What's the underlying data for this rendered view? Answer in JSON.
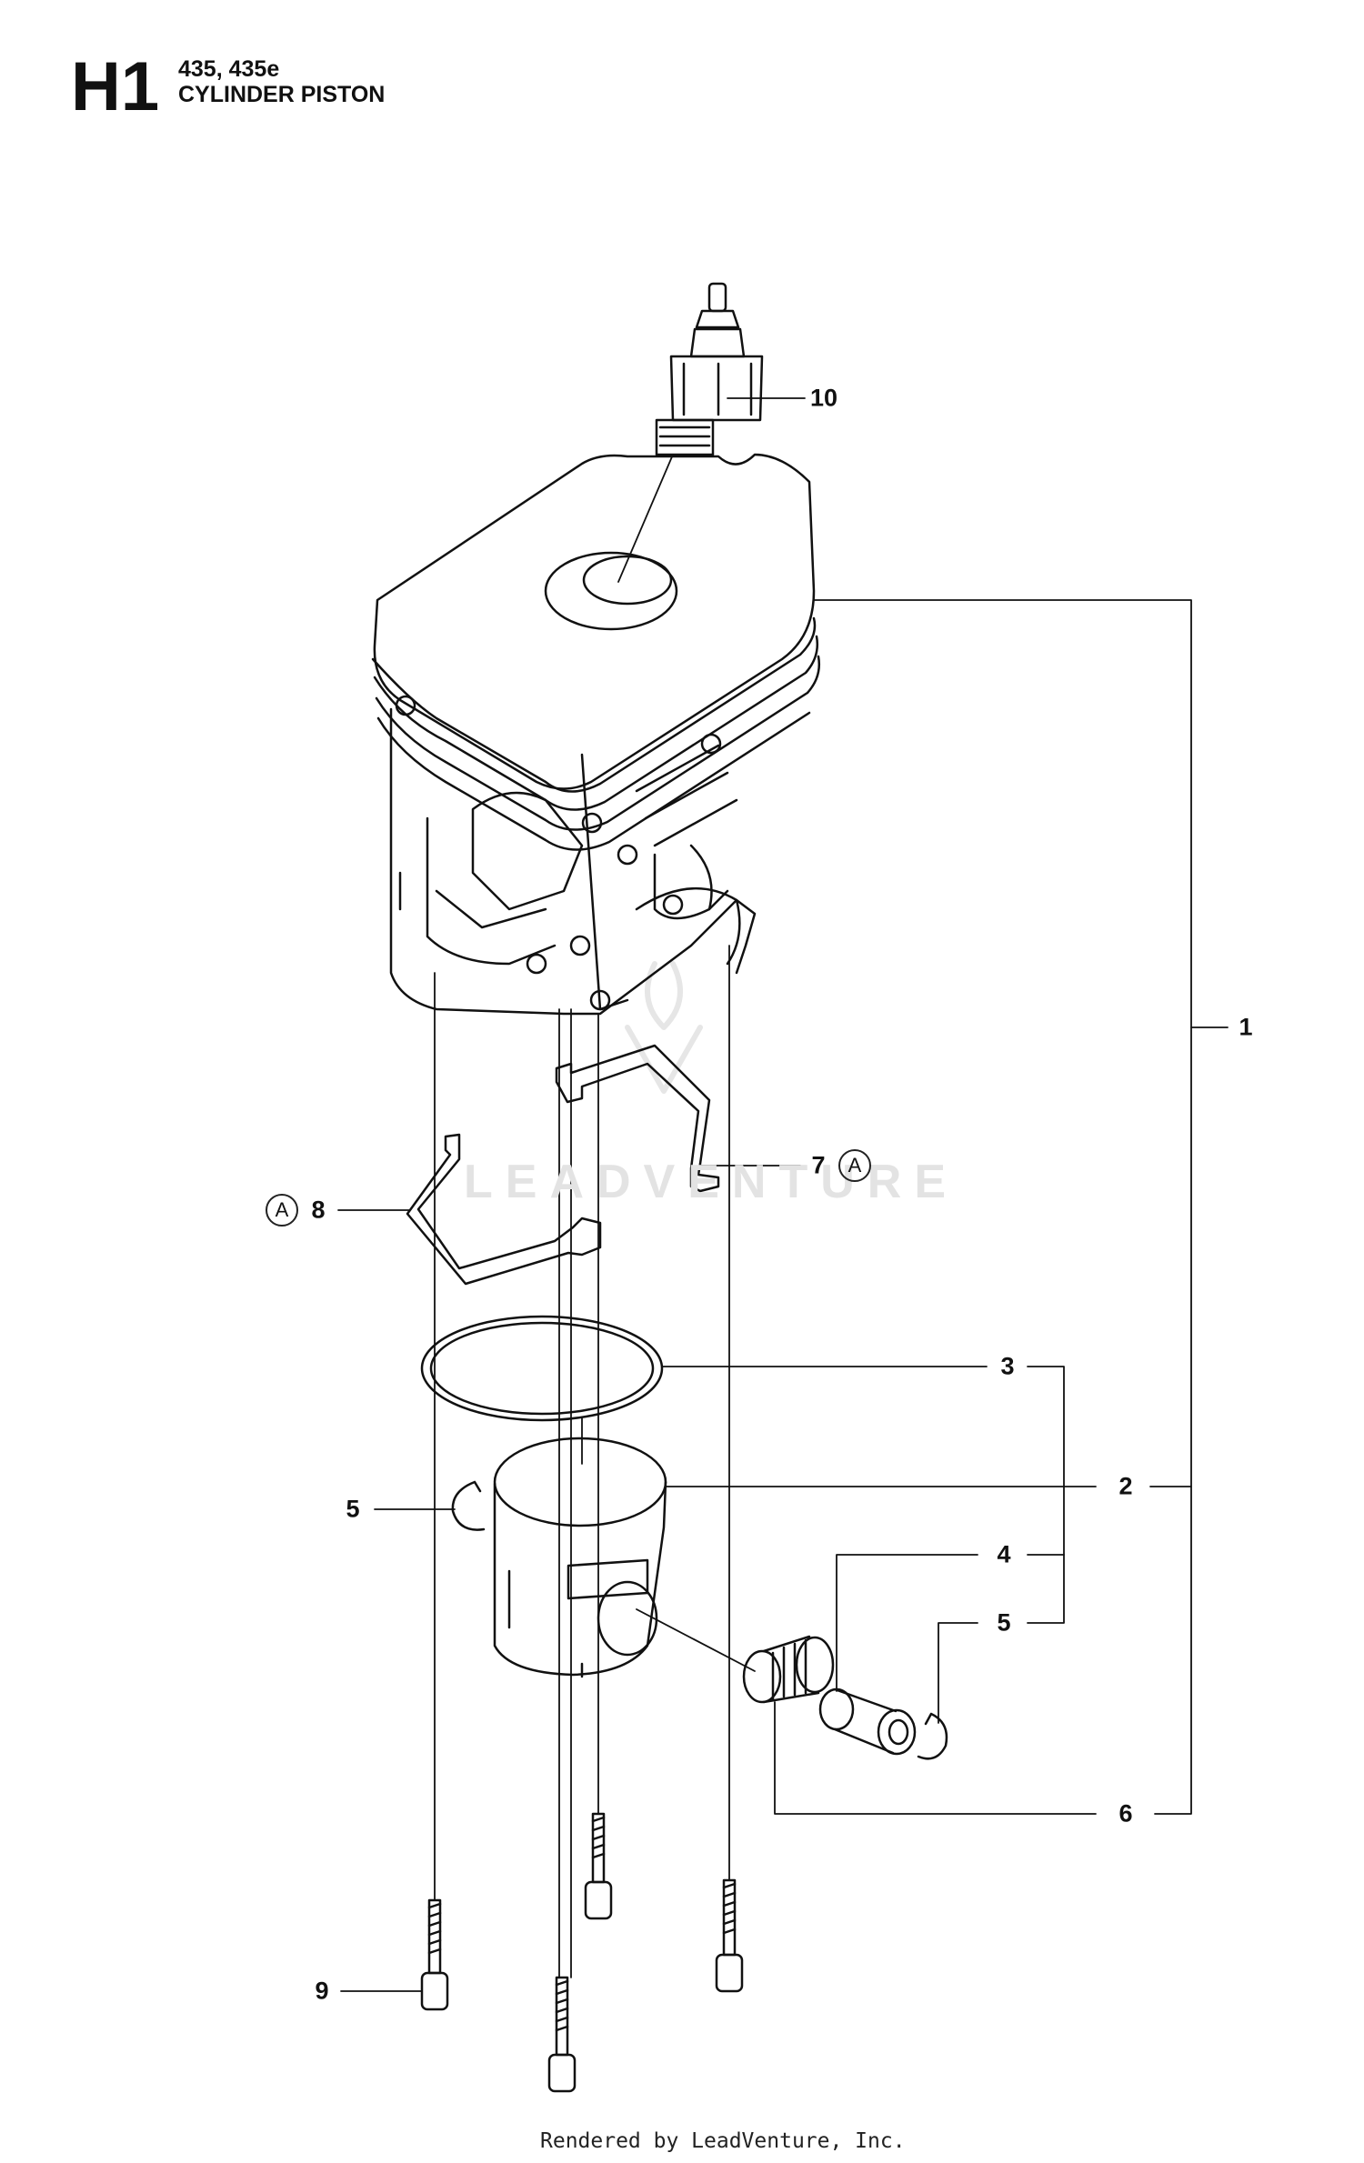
{
  "header": {
    "section_code": "H1",
    "models": "435, 435e",
    "title": "CYLINDER PISTON"
  },
  "callouts": [
    "10",
    "1",
    "7",
    "8",
    "3",
    "2",
    "5",
    "4",
    "5",
    "6",
    "9"
  ],
  "reference_marker": "A",
  "watermark": "LEADVENTURE",
  "footer": "Rendered by LeadVenture, Inc."
}
